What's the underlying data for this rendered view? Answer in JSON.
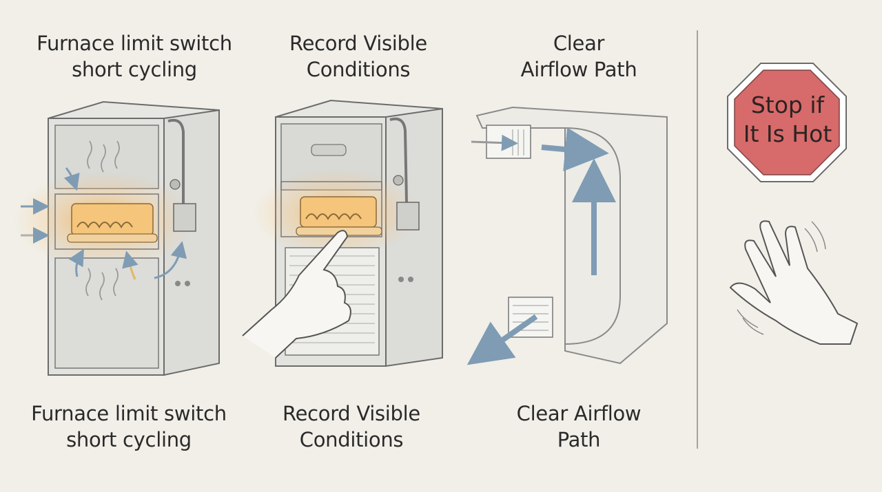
{
  "panels": [
    {
      "top_label": [
        "Furnace limit switch",
        "short cycling"
      ],
      "bottom_label": [
        "Furnace limit switch",
        "short cycling"
      ]
    },
    {
      "top_label": [
        "Record Visible",
        "Conditions"
      ],
      "bottom_label": [
        "Record Visible",
        "Conditions"
      ]
    },
    {
      "top_label": [
        "Clear",
        "Airflow Path"
      ],
      "bottom_label": [
        "Clear Airflow",
        "Path"
      ]
    }
  ],
  "warning": {
    "sign_text": [
      "Stop if",
      "It Is Hot"
    ],
    "sign_color": "#d76a6a",
    "icon": "hand-icon"
  },
  "colors": {
    "background": "#f1efe8",
    "line": "#6b6b6b",
    "airflow": "#7f9cb4",
    "heat": "#f0a640"
  }
}
